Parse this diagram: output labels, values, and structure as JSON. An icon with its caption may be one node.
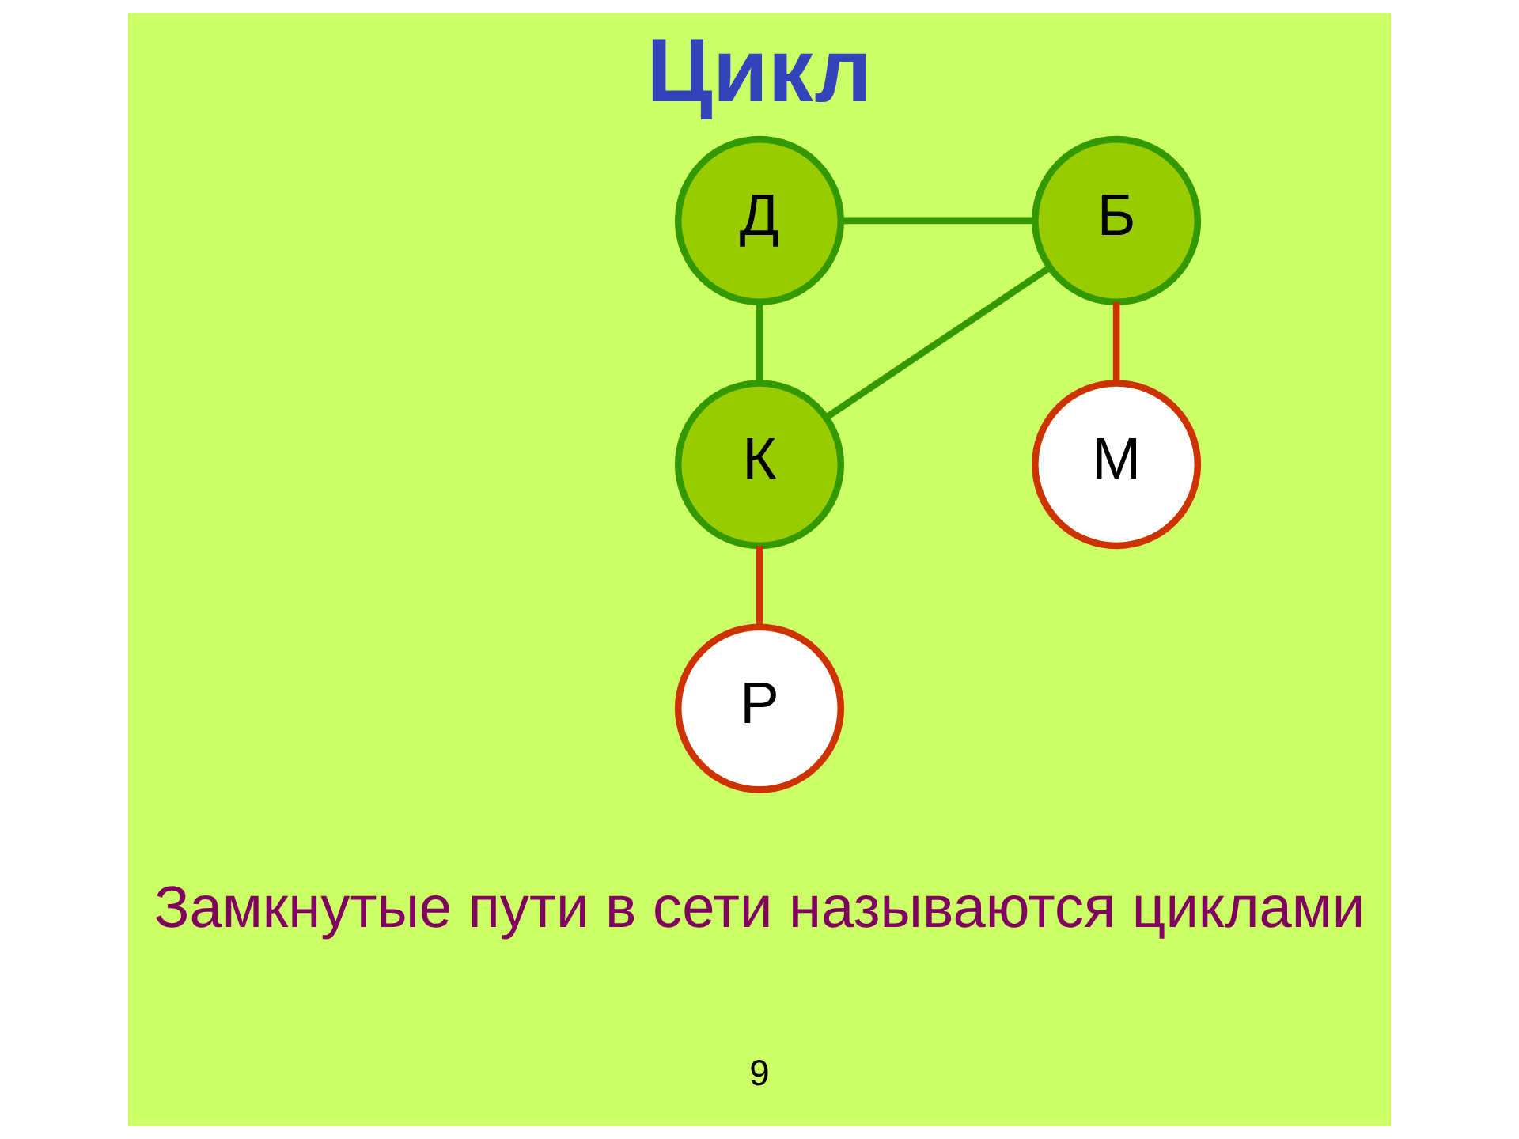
{
  "diagram": {
    "title": "Цикл",
    "caption": "Замкнутые пути в сети называются циклами",
    "nodes": [
      {
        "text": [
          "Д"
        ]
      },
      {
        "text": [
          "Б"
        ]
      },
      {
        "text": [
          "К"
        ]
      },
      {
        "text": [
          "М"
        ]
      },
      {
        "text": [
          "Р"
        ]
      }
    ],
    "edges": [
      {
        "from": 0,
        "to": 1,
        "arrow": "none"
      },
      {
        "from": 0,
        "to": 2,
        "arrow": "none"
      },
      {
        "from": 2,
        "to": 1,
        "arrow": "none"
      },
      {
        "from": 1,
        "to": 3,
        "arrow": "none",
        "color": "#cc3300"
      },
      {
        "from": 2,
        "to": 4,
        "arrow": "none",
        "color": "#cc3300"
      }
    ],
    "labels": [
      "9"
    ]
  }
}
